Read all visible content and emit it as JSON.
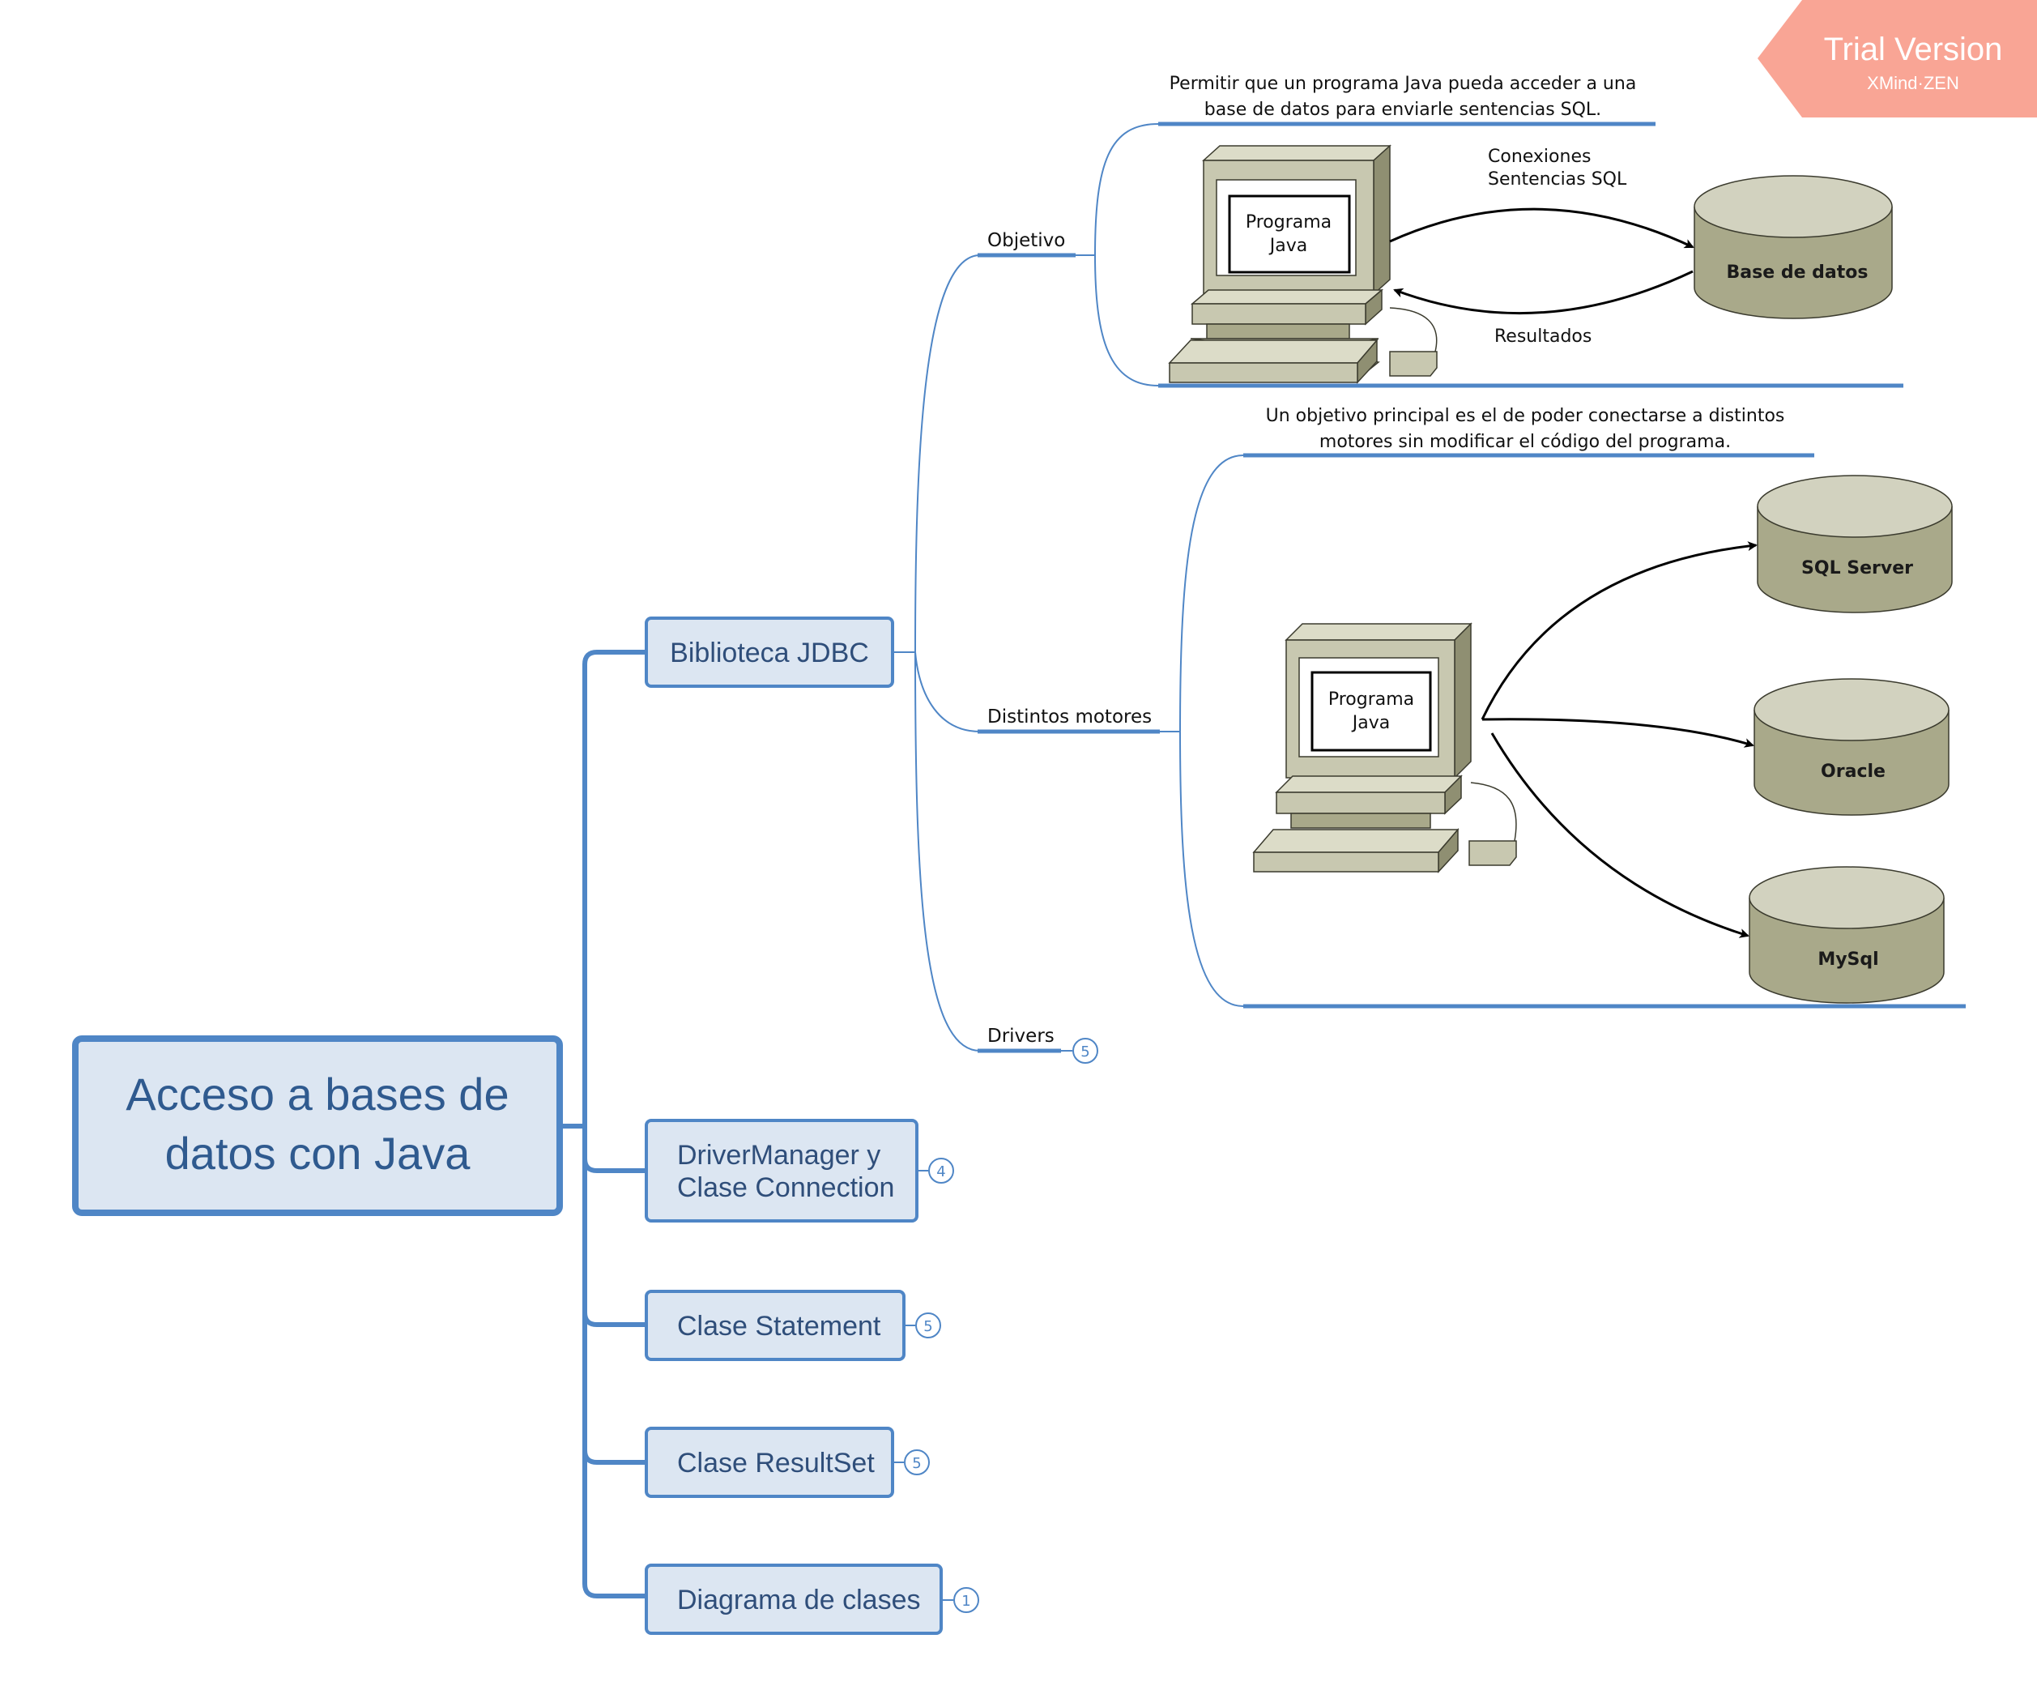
{
  "watermark": {
    "title": "Trial Version",
    "subtitle": "XMind·ZEN"
  },
  "root": {
    "line1": "Acceso a bases de",
    "line2": "datos con Java"
  },
  "topics": [
    {
      "line1": "Biblioteca JDBC",
      "line2": "",
      "badge": ""
    },
    {
      "line1": "DriverManager y",
      "line2": "Clase Connection",
      "badge": "4"
    },
    {
      "line1": "Clase Statement",
      "line2": "",
      "badge": "5"
    },
    {
      "line1": "Clase ResultSet",
      "line2": "",
      "badge": "5"
    },
    {
      "line1": "Diagrama de clases",
      "line2": "",
      "badge": "1"
    }
  ],
  "subtopics": [
    {
      "label": "Objetivo",
      "badge": ""
    },
    {
      "label": "Distintos motores",
      "badge": ""
    },
    {
      "label": "Drivers",
      "badge": "5"
    }
  ],
  "objetivo": {
    "note_line1": "Permitir que un programa Java pueda acceder a una",
    "note_line2": "base de datos para enviarle sentencias SQL.",
    "computer_line1": "Programa",
    "computer_line2": "Java",
    "db": "Base de datos",
    "arrow_top_line1": "Conexiones",
    "arrow_top_line2": "Sentencias SQL",
    "arrow_bottom": "Resultados"
  },
  "motores": {
    "note_line1": "Un objetivo principal es el de poder conectarse a distintos",
    "note_line2": "motores sin modificar el código del programa.",
    "computer_line1": "Programa",
    "computer_line2": "Java",
    "dbs": [
      "SQL Server",
      "Oracle",
      "MySql"
    ]
  },
  "colors": {
    "accent": "#4f86c6",
    "topic_fill": "#dce6f2",
    "topic_text": "#2f4e7a",
    "watermark": "#f9a595",
    "machine": "#c8c8b0",
    "machine_dark": "#8f8f72",
    "cylinder": "#a9a98a",
    "cylinder_top": "#d2d2bf"
  }
}
